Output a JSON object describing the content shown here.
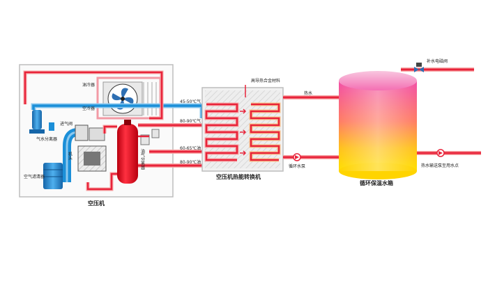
{
  "colors": {
    "hot_pipe": "#e8233a",
    "hot_pipe_glow": "#f7a6a6",
    "cold_pipe": "#1b8fd8",
    "cold_pipe_glow": "#8cc8ee",
    "tank_top": "#f55aa8",
    "tank_bottom": "#ffd400",
    "frame": "#bdbdbd"
  },
  "labels": {
    "oil_cooler": "油冷器",
    "air_cooler": "空冷器",
    "intake_valve": "进气阀",
    "air_water_separator": "气水分离器",
    "air_filter": "空气滤清器",
    "motor": "机头",
    "oil_gas_separator": "油气分离器",
    "compressor_title": "空压机",
    "t_45_50": "45-50℃气",
    "t_80_90_gas": "80-90℃气",
    "t_60_65": "60-65℃油",
    "t_80_90_oil": "80-90℃油",
    "alloy_material": "高导热合金材料",
    "hot_water": "热水",
    "circulation_pump": "循环水泵",
    "exchanger_title": "空压机热能转换机",
    "tank_title": "循环保温水箱",
    "solenoid_valve": "补水电磁阀",
    "supply_pump": "热水输送泵至用水点"
  },
  "icons": {
    "fan": "fan-icon",
    "pump": "pump-icon",
    "valve": "solenoid-valve-icon"
  }
}
